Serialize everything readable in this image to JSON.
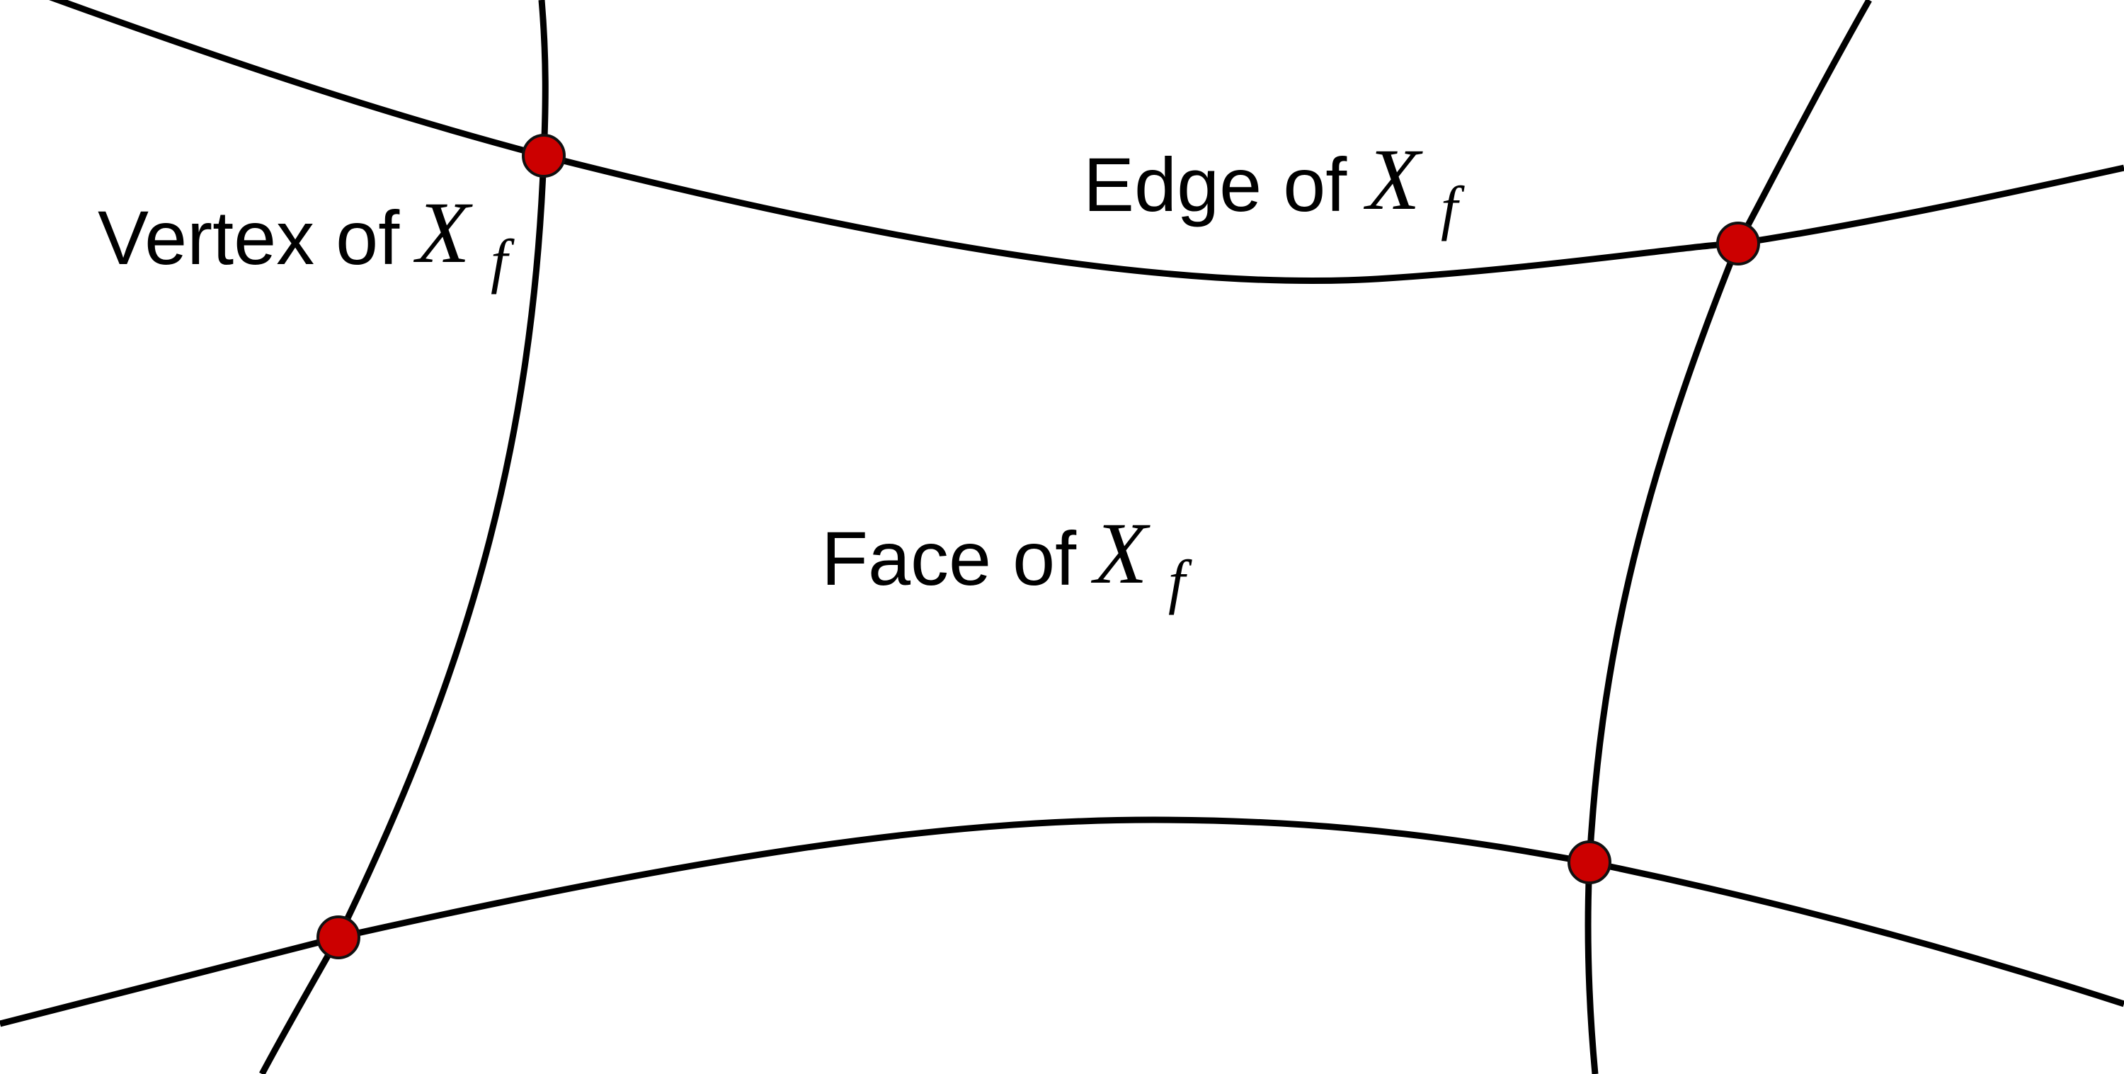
{
  "labels": {
    "vertex": "Vertex of ",
    "edge": "Edge of ",
    "face": "Face of "
  },
  "math": {
    "symbol": "X",
    "subscript": "f"
  },
  "colors": {
    "curve": "#000000",
    "vertex": "#cc0000",
    "background": "#ffffff"
  }
}
